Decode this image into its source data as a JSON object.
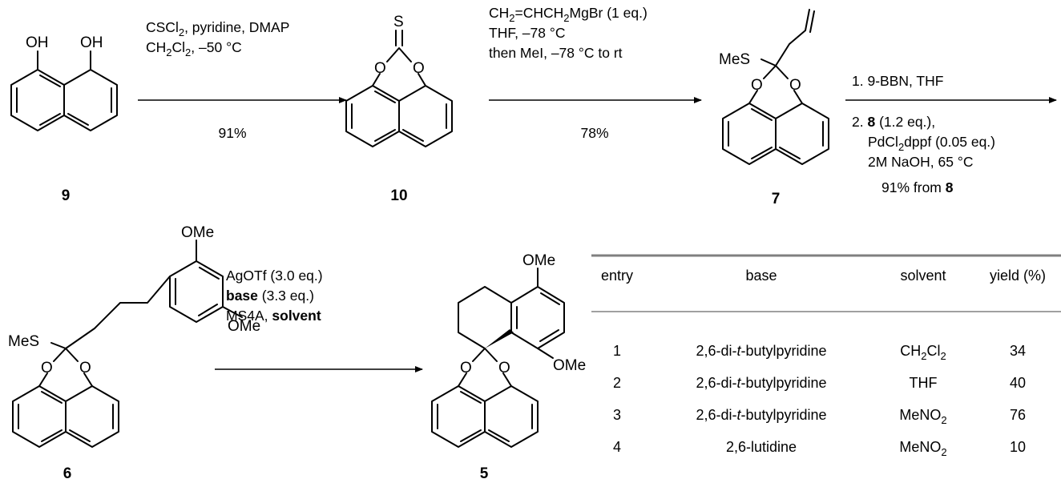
{
  "compounds": {
    "c9": "9",
    "c10": "10",
    "c7": "7",
    "c6": "6",
    "c5": "5"
  },
  "atoms": {
    "oh": "OH",
    "s": "S",
    "o": "O",
    "mes": "MeS",
    "ome": "OMe"
  },
  "step1": {
    "line1": "CSCl2, pyridine, DMAP",
    "line2": "CH2Cl2, –50 °C",
    "yield": "91%"
  },
  "step2": {
    "line1": "CH2=CHCH2MgBr (1 eq.)",
    "line2": "THF, –78 °C",
    "line3": "then MeI, –78 °C to rt",
    "yield": "78%"
  },
  "step3": {
    "line1": "1. 9-BBN, THF",
    "line2_prefix": "2. ",
    "line2_bold": "8",
    "line2_suffix": " (1.2 eq.),",
    "line3": "PdCl2dppf (0.05 eq.)",
    "line4": "2M NaOH, 65 °C",
    "line5_prefix": "91% from ",
    "line5_bold": "8"
  },
  "step4": {
    "line1": "AgOTf (3.0 eq.)",
    "line2_bold": "base",
    "line2_suffix": " (3.3 eq.)",
    "line3_prefix": "MS4A, ",
    "line3_bold": "solvent"
  },
  "table": {
    "headers": [
      "entry",
      "base",
      "solvent",
      "yield (%)"
    ],
    "rows": [
      {
        "entry": "1",
        "base": "2,6-di-t-butylpyridine",
        "solvent": "CH2Cl2",
        "yield": "34"
      },
      {
        "entry": "2",
        "base": "2,6-di-t-butylpyridine",
        "solvent": "THF",
        "yield": "40"
      },
      {
        "entry": "3",
        "base": "2,6-di-t-butylpyridine",
        "solvent": "MeNO2",
        "yield": "76"
      },
      {
        "entry": "4",
        "base": "2,6-lutidine",
        "solvent": "MeNO2",
        "yield": "10"
      }
    ]
  }
}
